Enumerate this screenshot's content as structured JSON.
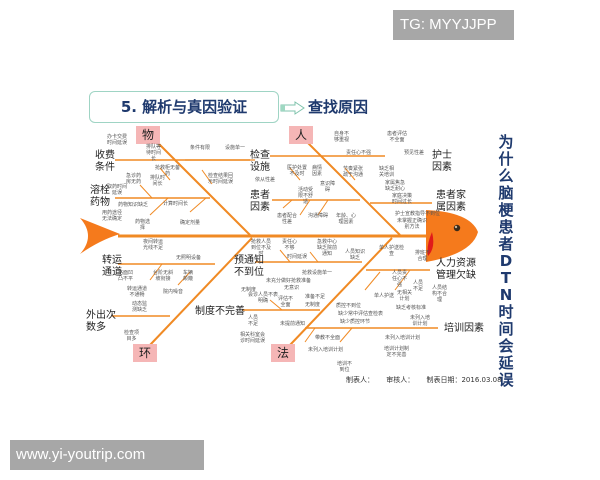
{
  "watermarks": {
    "top": "TG: MYYJJPP",
    "bottom": "www.yi-youtrip.com"
  },
  "header": {
    "title": "5. 解析与真因验证",
    "subtitle": "查找原因"
  },
  "problem": "为什么脑梗患者DTN时间会延误",
  "colors": {
    "bone": "#f08a24",
    "fish": "#f57a1c",
    "category_bg": "#f5b6b6",
    "title_text": "#1f3a6e",
    "title_border": "#9fd4c4"
  },
  "categories": {
    "material": "物",
    "people": "人",
    "environment": "环",
    "method": "法"
  },
  "branches": {
    "fee": "收费\n条件",
    "thrombolytic": "溶栓\n药物",
    "inspection": "检查\n设施",
    "patient": "患者\n因素",
    "nurse": "护士\n因素",
    "family": "患者家\n属因素",
    "transport": "转运\n通道",
    "outing": "外出次\n数多",
    "prenotice": "预通知\n不到位",
    "system": "制度不完善",
    "hr": "人力资源\n管理欠缺",
    "training": "培训因素"
  },
  "causes": {
    "c1": "办卡交费\n时间延误",
    "c2": "排队等\n待时间\n长",
    "c3": "抢救柜无备\n药",
    "c4": "条件有限",
    "c5": "设施单一",
    "c6": "检查结果回\n示时间延误",
    "c7": "急诊药\n房无药",
    "c8": "排队时\n间长",
    "c9": "取药时间\n延误",
    "c10": "药物知识缺乏",
    "c11": "计算时间长",
    "c12": "用药途径\n无法确定",
    "c13": "药物选\n择",
    "c14": "确定剂量",
    "c15": "自身不\n够重视",
    "c16": "患者评估\n不全面",
    "c17": "责任心不强",
    "c18": "预见性差",
    "c19": "节奏紧张\n疏于沟通",
    "c20": "缺乏相\n关培训",
    "c21": "医护处置\n不及时",
    "c22": "病情\n因素",
    "c23": "依从性差",
    "c24": "意识障\n碍",
    "c25": "活动受\n限不舒\n适",
    "c26": "患者配合\n性差",
    "c27": "沟通障碍",
    "c28": "年龄、心\n理因素",
    "c29": "家属焦急\n缺乏耐心",
    "c30": "家庭决策\n时间过长",
    "c31": "护士宣教指导不到位",
    "c32": "未掌握正确识\n别方法",
    "c33": "夜间转运\n光线不足",
    "c34": "无照明设备",
    "c35": "路面凹\n凸不平",
    "c36": "台阶无斜\n坡衔接",
    "c37": "车辆\n颠簸",
    "c38": "转运通道\n不通畅",
    "c39": "院内噪音",
    "c40": "动态监\n测缺乏",
    "c41": "检查项\n目多",
    "c42": "抢救人员\n到位不及\n时",
    "c43": "责任心\n不够",
    "c44": "时间延误",
    "c45": "急救中心\n缺乏院前\n通知",
    "c46": "人员知识\n缺乏",
    "c47": "抢救设施单一",
    "c48": "未充分做好抢救准备",
    "c49": "无制度",
    "c50": "会诊人员不表\n明确",
    "c51": "无意识",
    "c52": "准备不足",
    "c53": "评估不\n全面",
    "c54": "无制度",
    "c55": "人员\n不足",
    "c56": "未提前通知",
    "c57": "相关科室会\n诊时间延误",
    "c58": "单人护送检\n查",
    "c59": "排班不\n合理",
    "c60": "人员责\n任心不\n强",
    "c61": "人员\n不足",
    "c62": "无相关\n计划",
    "c63": "单人护送",
    "c64": "人员结\n构不合\n理",
    "c65": "质控不到位",
    "c66": "缺少常中评估查检表",
    "c67": "缺少质控环节",
    "c68": "缺乏考核标准",
    "c69": "未列入培\n训计划",
    "c70": "带教不全面",
    "c71": "未列入培训计划",
    "c72": "未列入培训计划",
    "c73": "培训计划制\n定不完善",
    "c74": "培训不\n到位"
  },
  "footer": {
    "maker": "制表人：",
    "reviewer": "审核人：",
    "date": "制表日期：2016.03.08"
  }
}
